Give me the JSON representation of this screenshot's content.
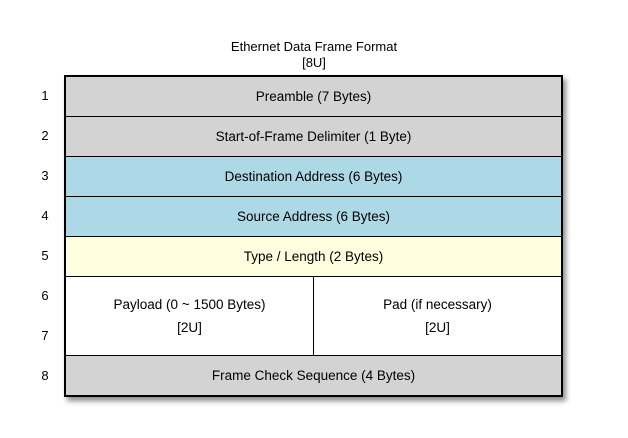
{
  "diagram": {
    "title": "Ethernet Data Frame Format",
    "subtitle": "[8U]",
    "row_numbers": [
      "1",
      "2",
      "3",
      "4",
      "5",
      "6",
      "7",
      "8"
    ],
    "fields": {
      "preamble": {
        "label": "Preamble (7 Bytes)"
      },
      "sfd": {
        "label": "Start-of-Frame Delimiter (1 Byte)"
      },
      "destination": {
        "label": "Destination Address (6 Bytes)"
      },
      "source": {
        "label": "Source Address (6 Bytes)"
      },
      "type_length": {
        "label": "Type / Length (2 Bytes)"
      },
      "payload": {
        "label": "Payload (0 ~ 1500 Bytes)",
        "unit": "[2U]"
      },
      "pad": {
        "label": "Pad (if necessary)",
        "unit": "[2U]"
      },
      "fcs": {
        "label": "Frame Check Sequence (4 Bytes)"
      }
    },
    "colors": {
      "header_fields": "#d3d3d3",
      "address_fields": "#add8e6",
      "type_length_field": "#ffffe0",
      "payload_fields": "#ffffff",
      "border": "#000000",
      "background": "#ffffff",
      "text": "#000000"
    }
  }
}
